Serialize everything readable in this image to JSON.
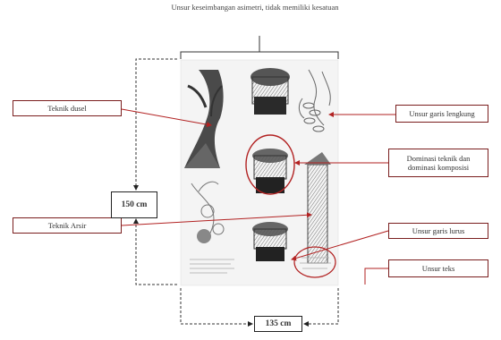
{
  "diagram": {
    "title": "Unsur keseimbangan asimetri, tidak memiliki kesatuan",
    "labels": {
      "teknik_dusel": "Teknik dusel",
      "teknik_arsir": "Teknik Arsir",
      "garis_lengkung": "Unsur garis lengkung",
      "dominasi": "Dominasi teknik dan dominasi komposisi",
      "garis_lurus": "Unsur garis lurus",
      "teks": "Unsur teks"
    },
    "dimensions": {
      "height": "150 cm",
      "width": "135 cm"
    }
  },
  "colors": {
    "accent_red": "#b22222",
    "frame_black": "#222222",
    "sketch_gray": "#555555"
  }
}
